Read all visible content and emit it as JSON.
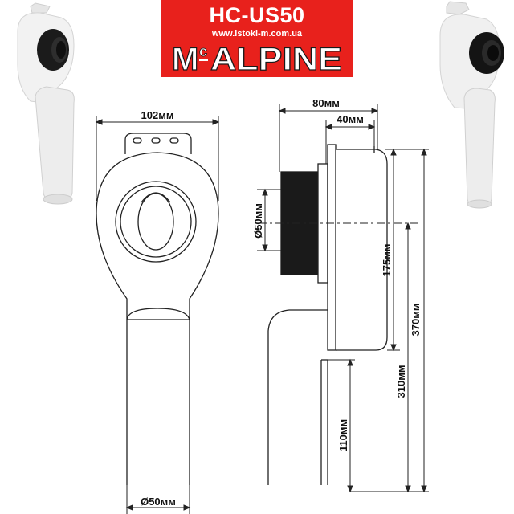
{
  "banner": {
    "model": "HC-US50",
    "url": "www.istoki-m.com.ua",
    "brand": "McALPINE",
    "brand_main": "ALPINE",
    "brand_m": "M",
    "brand_c": "c",
    "color": "#e8211c"
  },
  "dimensions": {
    "front_width": "102мм",
    "front_outlet_diameter": "Ø50мм",
    "side_depth_total": "80мм",
    "side_depth_body": "40мм",
    "side_inlet_diameter": "Ø50мм",
    "side_inlet_height": "175мм",
    "side_outlet_length": "110мм",
    "side_height_310": "310мм",
    "side_height_370": "370мм"
  },
  "photos": {
    "left": "sensor-trap-photo-white",
    "right": "sensor-trap-photo-black-seal"
  }
}
